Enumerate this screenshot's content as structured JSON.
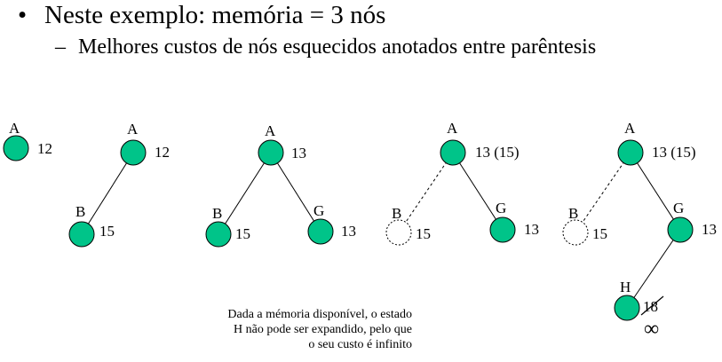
{
  "header": {
    "bullet": "Neste exemplo: memória = 3 nós",
    "sub_bullet": "Melhores custos de nós esquecidos anotados entre parêntesis"
  },
  "colors": {
    "node_fill": "#00c489",
    "node_stroke": "#000000"
  },
  "trees": [
    {
      "nodes": [
        {
          "label": "A",
          "cost": "12"
        }
      ]
    },
    {
      "nodes": [
        {
          "label": "A",
          "cost": "12"
        },
        {
          "label": "B",
          "cost": "15"
        }
      ]
    },
    {
      "nodes": [
        {
          "label": "A",
          "cost": "13"
        },
        {
          "label": "B",
          "cost": "15"
        },
        {
          "label": "G",
          "cost": "13"
        }
      ]
    },
    {
      "nodes": [
        {
          "label": "A",
          "cost": "13 (15)"
        },
        {
          "label": "B",
          "cost": "15"
        },
        {
          "label": "G",
          "cost": "13"
        }
      ]
    },
    {
      "nodes": [
        {
          "label": "A",
          "cost": "13 (15)"
        },
        {
          "label": "B",
          "cost": "15"
        },
        {
          "label": "G",
          "cost": "13"
        },
        {
          "label": "H",
          "cost": "18",
          "new_cost": "∞"
        }
      ]
    }
  ],
  "caption": {
    "line1": "Dada a mémoria disponível, o estado",
    "line2": "H não pode ser expandido, pelo que",
    "line3": "o seu custo é infinito"
  }
}
